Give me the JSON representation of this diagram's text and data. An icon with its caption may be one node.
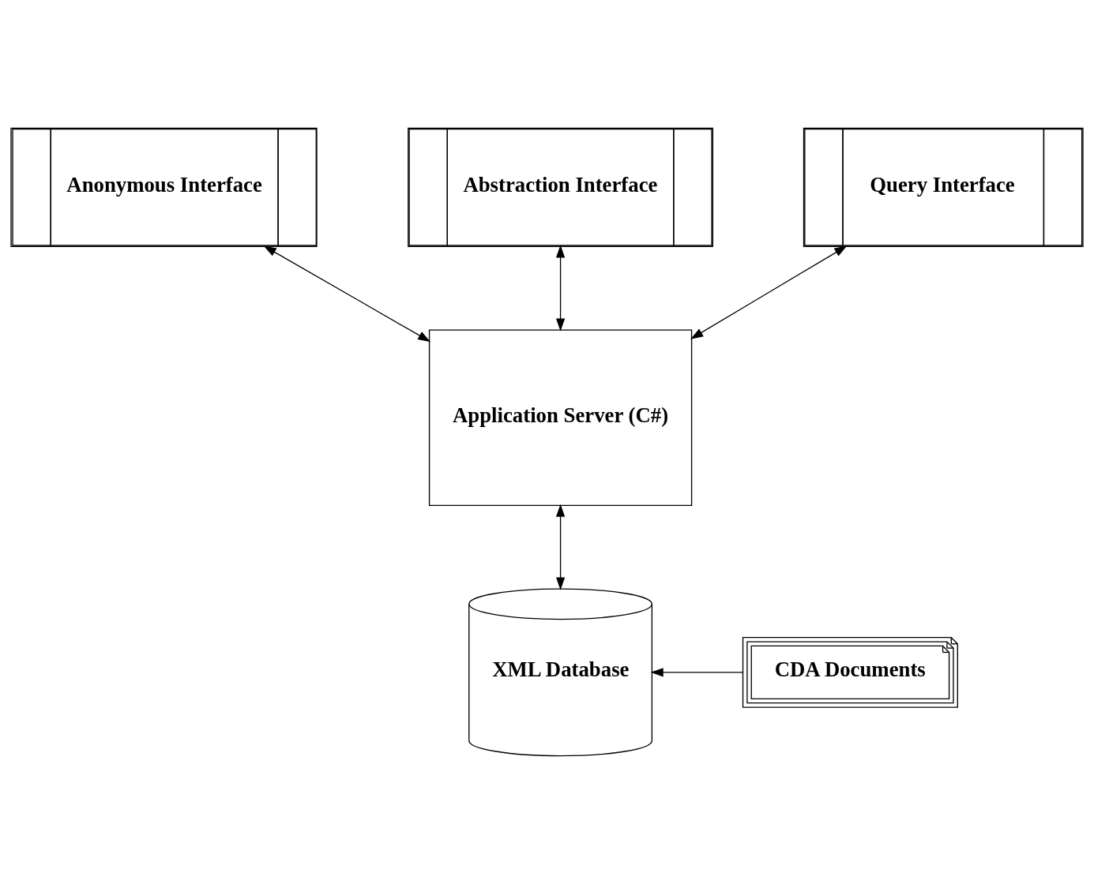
{
  "diagram": {
    "nodes": [
      {
        "text": [
          "Anonymous Interface"
        ]
      },
      {
        "text": [
          "Abstraction Interface"
        ]
      },
      {
        "text": [
          "Query Interface"
        ]
      },
      {
        "text": [
          "Application Server (C#)"
        ]
      },
      {
        "text": [
          "XML Database"
        ]
      },
      {
        "text": [
          "CDA Documents"
        ]
      }
    ],
    "edges": [
      {
        "from": 1,
        "to": 3,
        "arrow": "both"
      },
      {
        "from": 0,
        "to": 3,
        "arrow": "both"
      },
      {
        "from": 2,
        "to": 3,
        "arrow": "both"
      },
      {
        "from": 3,
        "to": 4,
        "arrow": "both"
      },
      {
        "from": 5,
        "to": 4,
        "arrow": "to"
      }
    ]
  }
}
